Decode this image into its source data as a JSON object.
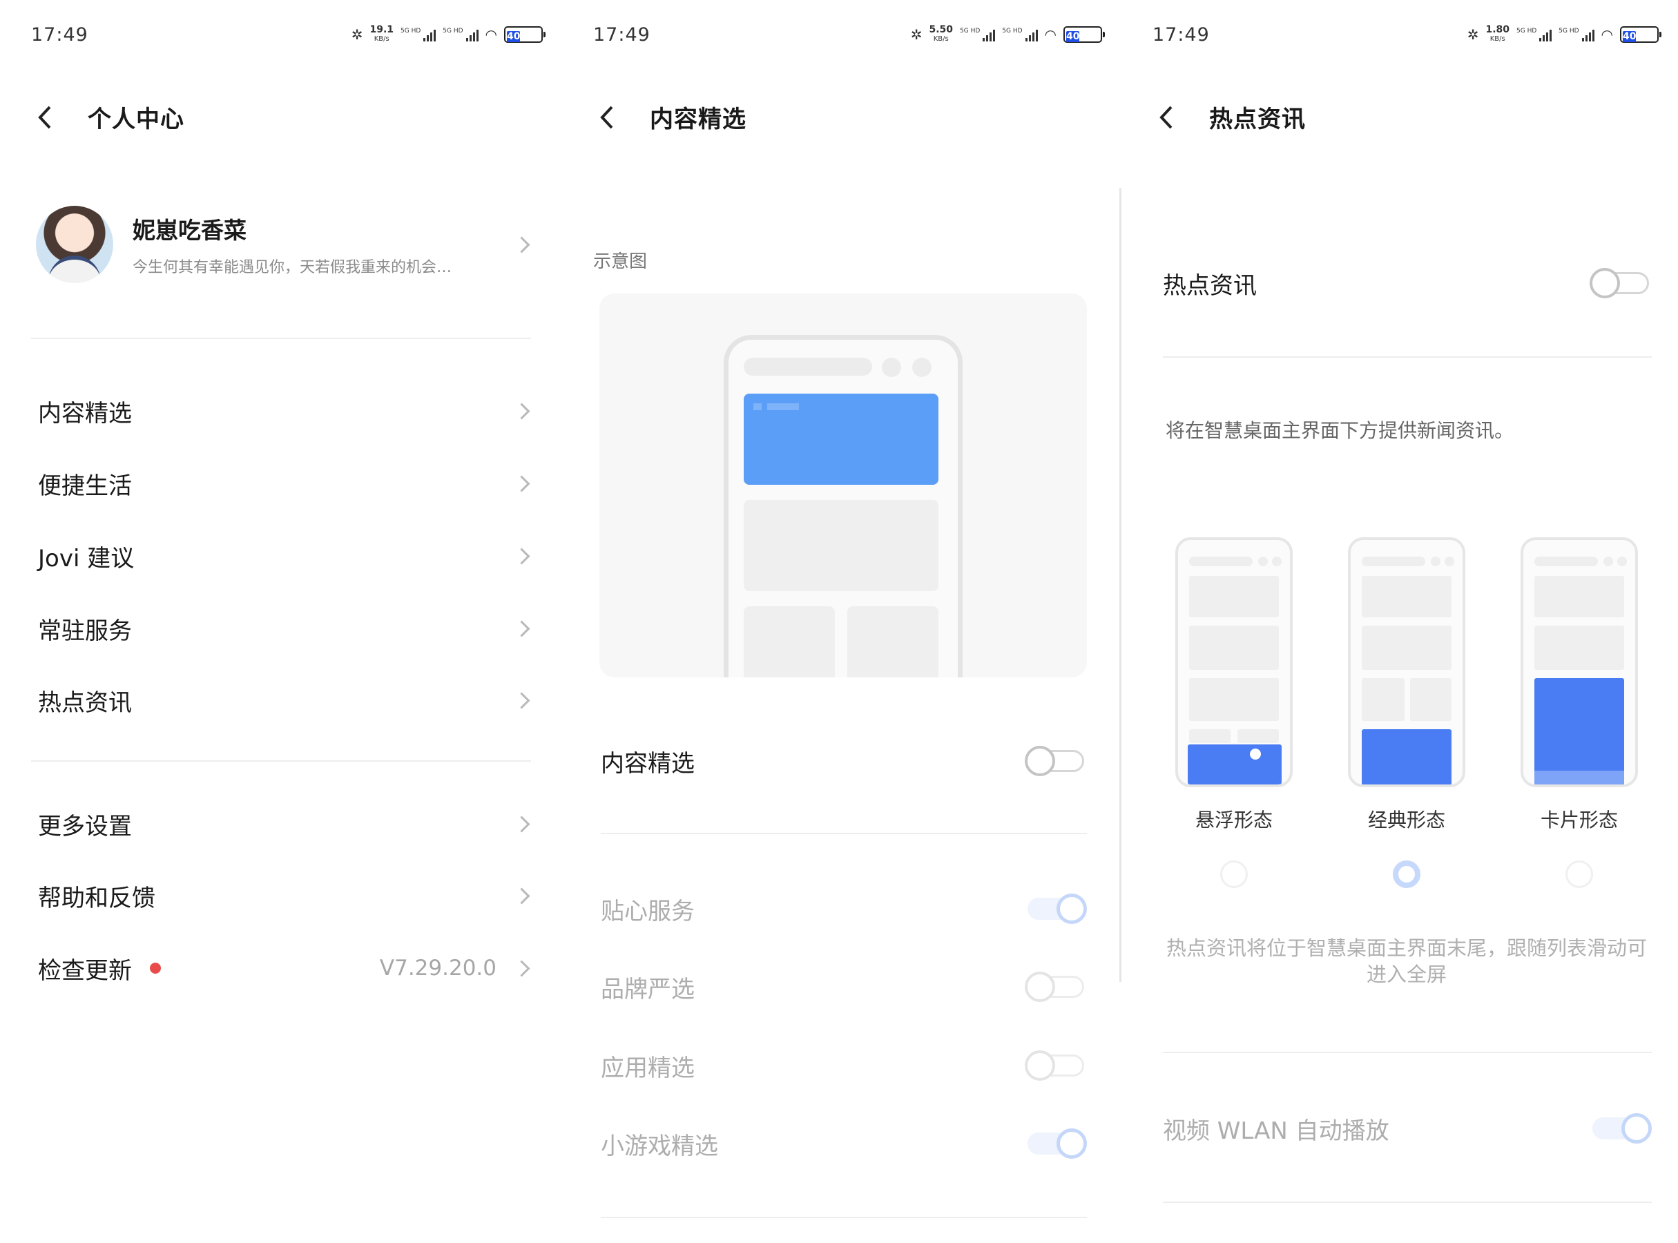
{
  "status_bars": [
    {
      "time": "17:49",
      "speed": "19.1",
      "speed_unit": "KB/s",
      "net1": "5G HD",
      "net2": "5G HD",
      "battery": "40"
    },
    {
      "time": "17:49",
      "speed": "5.50",
      "speed_unit": "KB/s",
      "net1": "5G HD",
      "net2": "5G HD",
      "battery": "40"
    },
    {
      "time": "17:49",
      "speed": "1.80",
      "speed_unit": "KB/s",
      "net1": "5G HD",
      "net2": "5G HD",
      "battery": "40"
    }
  ],
  "panel1": {
    "title": "个人中心",
    "profile": {
      "name": "妮崽吃香菜",
      "signature": "今生何其有幸能遇见你，天若假我重来的机会…"
    },
    "menu_group1": [
      "内容精选",
      "便捷生活",
      "Jovi 建议",
      "常驻服务",
      "热点资讯"
    ],
    "menu_group2": [
      "更多设置",
      "帮助和反馈"
    ],
    "update": {
      "label": "检查更新",
      "version": "V7.29.20.0"
    }
  },
  "panel2": {
    "title": "内容精选",
    "section_label": "示意图",
    "main_toggle": {
      "label": "内容精选",
      "on": false
    },
    "sub_toggles": [
      {
        "label": "贴心服务",
        "on": true
      },
      {
        "label": "品牌严选",
        "on": false
      },
      {
        "label": "应用精选",
        "on": false
      },
      {
        "label": "小游戏精选",
        "on": true
      }
    ]
  },
  "panel3": {
    "title": "热点资讯",
    "main_toggle": {
      "label": "热点资讯",
      "on": false
    },
    "description": "将在智慧桌面主界面下方提供新闻资讯。",
    "styles": [
      {
        "label": "悬浮形态",
        "selected": false
      },
      {
        "label": "经典形态",
        "selected": true
      },
      {
        "label": "卡片形态",
        "selected": false
      }
    ],
    "note": "热点资讯将位于智慧桌面主界面末尾，跟随列表滑动可进入全屏",
    "video_toggle": {
      "label": "视频 WLAN 自动播放",
      "on": true
    }
  },
  "colors": {
    "accent_blue": "#4a7df3",
    "red_dot": "#e94b4b",
    "battery": "#1f4fe6"
  }
}
